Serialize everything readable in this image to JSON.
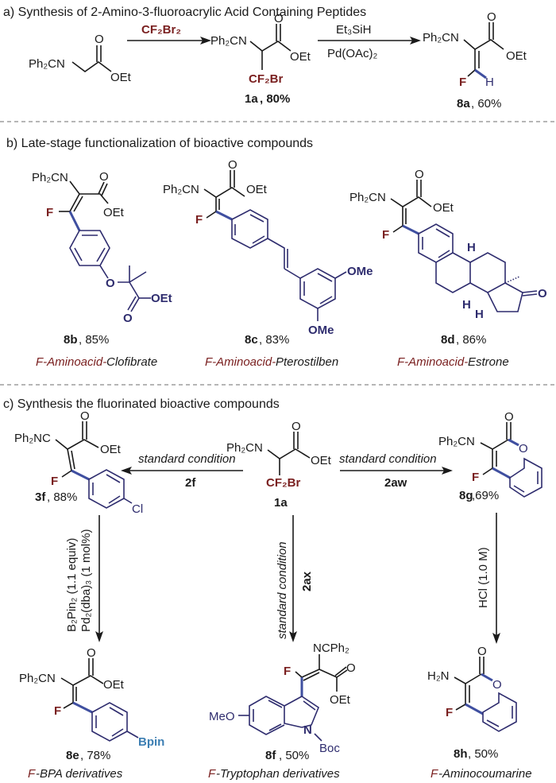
{
  "sections": {
    "a": {
      "title": "a) Synthesis of 2-Amino-3-fluoroacrylic Acid Containing Peptides",
      "start": {
        "ph2cn": "Ph₂CN",
        "o": "O",
        "oet": "OEt"
      },
      "reagent1": "CF₂Br₂",
      "intermediate": {
        "ph2cn": "Ph₂CN",
        "o": "O",
        "oet": "OEt",
        "cf2br": "CF₂Br",
        "label": "1a",
        "yield": ", 80%"
      },
      "reagent2_top": "Et₃SiH",
      "reagent2_bottom": "Pd(OAc)₂",
      "product": {
        "ph2cn": "Ph₂CN",
        "o": "O",
        "oet": "OEt",
        "f": "F",
        "h": "H",
        "label": "8a",
        "yield": ", 60%"
      }
    },
    "b": {
      "title": "b) Late-stage functionalization of bioactive compounds",
      "compounds": [
        {
          "label": "8b",
          "yield": ", 85%",
          "name_prefix": "F-Aminoacid-",
          "name_suffix": "Clofibrate",
          "ph2cn": "Ph₂CN",
          "o": "O",
          "oet": "OEt",
          "f": "F",
          "ether_o": "O",
          "ester_oet": "OEt",
          "ester_o": "O"
        },
        {
          "label": "8c",
          "yield": ", 83%",
          "name_prefix": "F-Aminoacid-",
          "name_suffix": "Pterostilben",
          "ph2cn": "Ph₂CN",
          "o": "O",
          "oet": "OEt",
          "f": "F",
          "ome1": "OMe",
          "ome2": "OMe"
        },
        {
          "label": "8d",
          "yield": ", 86%",
          "name_prefix": "F-Aminoacid-",
          "name_suffix": "Estrone",
          "ph2cn": "Ph₂CN",
          "o": "O",
          "oet": "OEt",
          "f": "F",
          "h1": "H",
          "h2": "H",
          "h3": "H",
          "ketone_o": "O"
        }
      ]
    },
    "c": {
      "title": "c) Synthesis the fluorinated bioactive compounds",
      "center": {
        "ph2cn": "Ph₂CN",
        "o": "O",
        "oet": "OEt",
        "cf2br": "CF₂Br",
        "label": "1a"
      },
      "left_arrow": {
        "top": "standard condition",
        "bottom": "2f"
      },
      "right_arrow": {
        "top": "standard condition",
        "bottom": "2aw"
      },
      "down_center_arrow": {
        "left": "standard condition",
        "right": "2ax"
      },
      "down_left_arrow": {
        "line1": "B₂Pin₂ (1.1 equiv)",
        "line2": "Pd₂(dba)₃ (1 mol%)"
      },
      "down_right_arrow": {
        "label": "HCl (1.0 M)"
      },
      "c3f": {
        "ph2nc": "Ph₂NC",
        "o": "O",
        "oet": "OEt",
        "f": "F",
        "cl": "Cl",
        "label": "3f",
        "yield": ", 88%"
      },
      "c8g": {
        "ph2cn": "Ph₂CN",
        "o": "O",
        "ring_o": "O",
        "f": "F",
        "label": "8g",
        "yield": ",69%"
      },
      "c8e": {
        "ph2cn": "Ph₂CN",
        "o": "O",
        "oet": "OEt",
        "f": "F",
        "bpin": "Bpin",
        "label": "8e",
        "yield": ", 78%",
        "name_prefix": "F",
        "name_suffix": "-BPA derivatives"
      },
      "c8f": {
        "ncph2": "NCPh₂",
        "o": "O",
        "oet": "OEt",
        "f": "F",
        "meo": "MeO",
        "n": "N",
        "boc": "Boc",
        "label": "8f",
        "yield": ", 50%",
        "name_prefix": "F",
        "name_suffix": "-Tryptophan derivatives"
      },
      "c8h": {
        "h2n": "H₂N",
        "o": "O",
        "ring_o": "O",
        "f": "F",
        "label": "8h",
        "yield": ", 50%",
        "name_prefix": "F",
        "name_suffix": "-Aminocoumarine"
      }
    }
  },
  "colors": {
    "fluorine_red": "#7a2020",
    "scaffold_navy": "#2e2c6e",
    "highlight_bond": "#3f4fa0",
    "bpin_blue": "#3d7fb3"
  }
}
